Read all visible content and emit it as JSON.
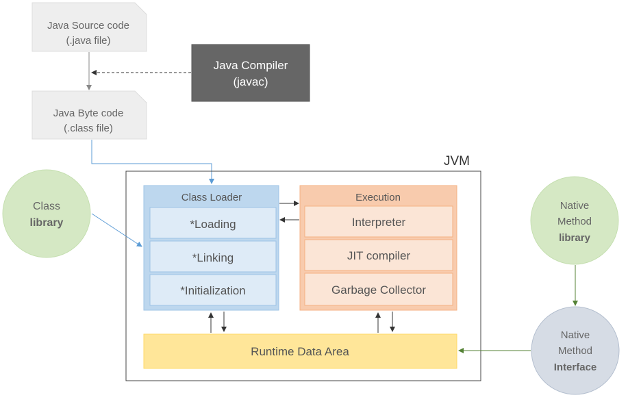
{
  "source_doc": {
    "line1": "Java Source code",
    "line2": "(.java file)"
  },
  "compiler": {
    "line1": "Java Compiler",
    "line2": "(javac)"
  },
  "bytecode_doc": {
    "line1": "Java Byte code",
    "line2": "(.class file)"
  },
  "jvm": {
    "label": "JVM",
    "class_loader": {
      "title": "Class Loader",
      "items": [
        "*Loading",
        "*Linking",
        "*Initialization"
      ]
    },
    "execution": {
      "title": "Execution",
      "items": [
        "Interpreter",
        "JIT compiler",
        "Garbage Collector"
      ]
    },
    "runtime_area": "Runtime Data Area"
  },
  "class_library": {
    "line1": "Class",
    "line2": "library"
  },
  "native_library": {
    "line1": "Native",
    "line2": "Method",
    "line3": "library"
  },
  "native_interface": {
    "line1": "Native",
    "line2": "Method",
    "line3": "Interface"
  },
  "colors": {
    "doc_fill": "#eeeeee",
    "compiler_fill": "#666666",
    "class_loader_fill": "#bdd7ee",
    "class_loader_border": "#9dc3e6",
    "execution_fill": "#f8cbad",
    "execution_inner_fill": "#fbe5d6",
    "execution_border": "#f4b183",
    "runtime_fill": "#ffe699",
    "green_fill": "#d5e8c4",
    "grey_circle_fill": "#d6dce5",
    "blue_line": "#5b9bd5",
    "green_line": "#548235"
  }
}
